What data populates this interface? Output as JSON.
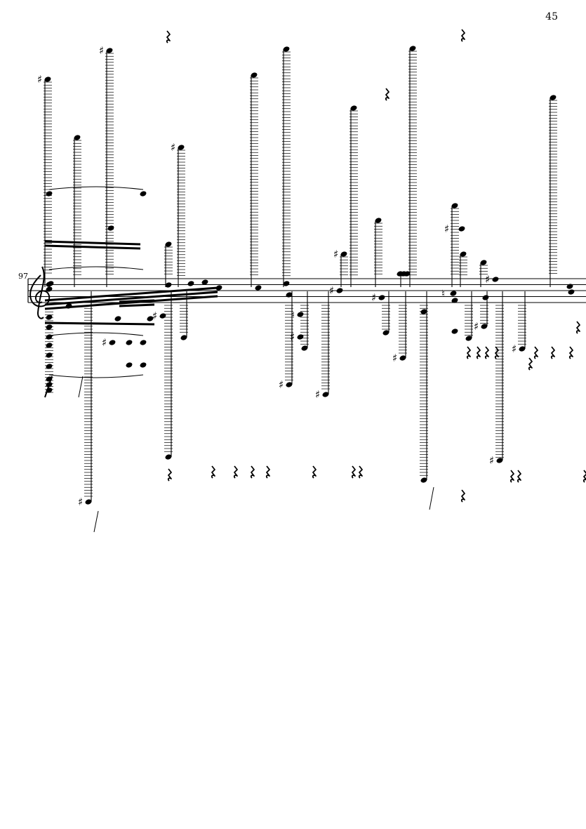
{
  "page": {
    "page_number": "45",
    "measure_number": "97"
  },
  "score": {
    "clef": "treble",
    "staff_lines": 5,
    "ink_color": "#000000",
    "icons": {
      "clef": "treble-clef-icon",
      "rest": "quarter-rest-icon",
      "sharp": "sharp-icon",
      "natural": "natural-icon"
    }
  }
}
